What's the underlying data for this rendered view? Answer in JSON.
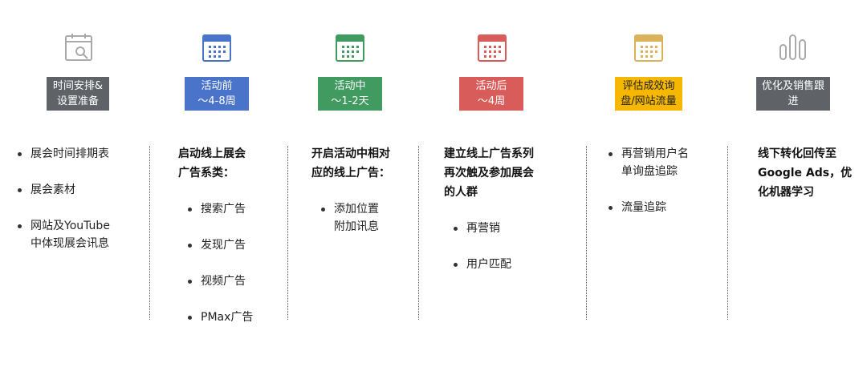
{
  "colors": {
    "grey": "#5f6368",
    "icon_grey": "#a9a9a9",
    "blue": "#4a74c9",
    "green": "#419a5f",
    "red": "#d85c5a",
    "yellow": "#f5b700",
    "dark_grey": "#5f6368"
  },
  "icons": [
    "calendar-search-icon",
    "calendar-icon",
    "calendar-icon",
    "calendar-icon",
    "calendar-icon",
    "bar-chart-icon"
  ],
  "stages": [
    {
      "label_line1": "时间安排&",
      "label_line2": "设置准备"
    },
    {
      "label_line1": "活动前",
      "label_line2": "～4-8周"
    },
    {
      "label_line1": "活动中",
      "label_line2": "～1-2天"
    },
    {
      "label_line1": "活动后",
      "label_line2": "～4周"
    },
    {
      "label_line1": "评估成效询",
      "label_line2": "盘/网站流量"
    },
    {
      "label_line1": "优化及销售跟",
      "label_line2": "进"
    }
  ],
  "col1": {
    "items": [
      "展会时间排期表",
      "展会素材",
      "网站及YouTube",
      "中体现展会讯息"
    ]
  },
  "col2": {
    "head_line1": "启动线上展会",
    "head_line2": "广告系类：",
    "items": [
      "搜索广告",
      "发现广告",
      "视频广告",
      "PMax广告"
    ]
  },
  "col3": {
    "head_line1": "开启活动中相对",
    "head_line2": "应的线上广告：",
    "item_line1": "添加位置",
    "item_line2": "附加讯息"
  },
  "col4": {
    "head_line1": "建立线上广告系列",
    "head_line2": "再次触及参加展会",
    "head_line3": "的人群",
    "items": [
      "再营销",
      "用户匹配"
    ]
  },
  "col5": {
    "item1_line1": "再营销用户名",
    "item1_line2": "单询盘追踪",
    "item2": "流量追踪"
  },
  "col6": {
    "head_line1": "线下转化回传至",
    "head_line2": "Google Ads，优",
    "head_line3": "化机器学习"
  }
}
